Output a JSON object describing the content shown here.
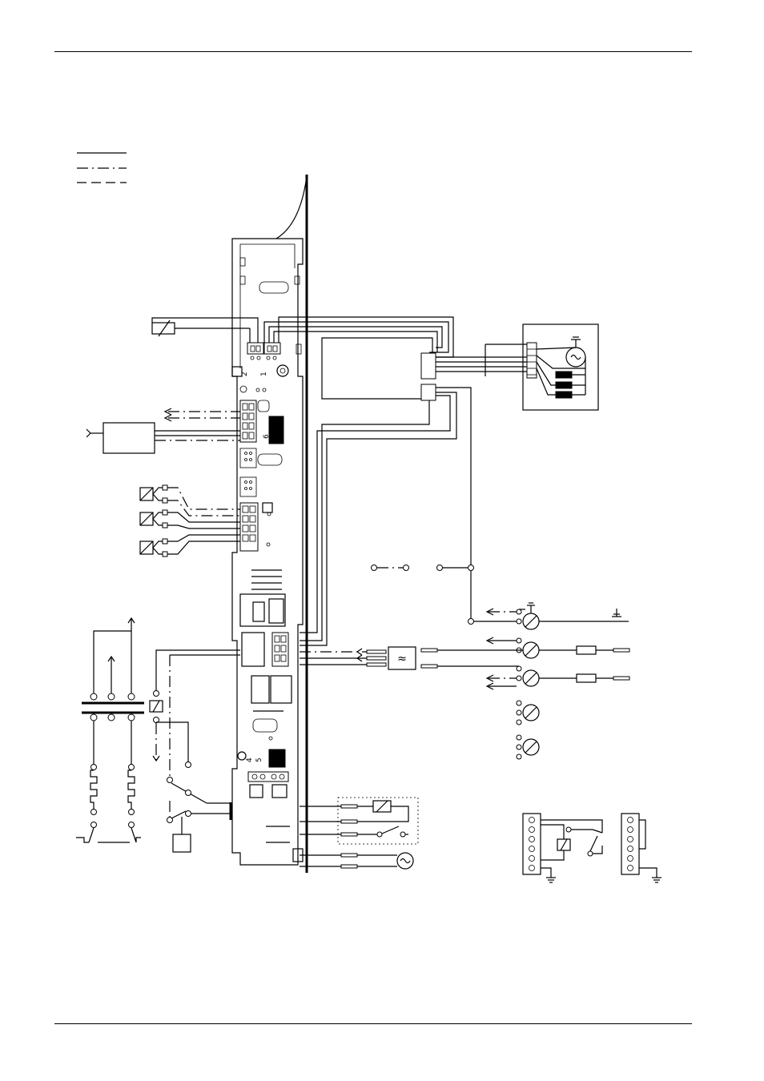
{
  "board_labels": {
    "connector_2": "2",
    "connector_1": "1",
    "connector_6": "6",
    "connector_4": "4",
    "connector_5": "5"
  },
  "symbols": {
    "mains_filter": "≈"
  }
}
